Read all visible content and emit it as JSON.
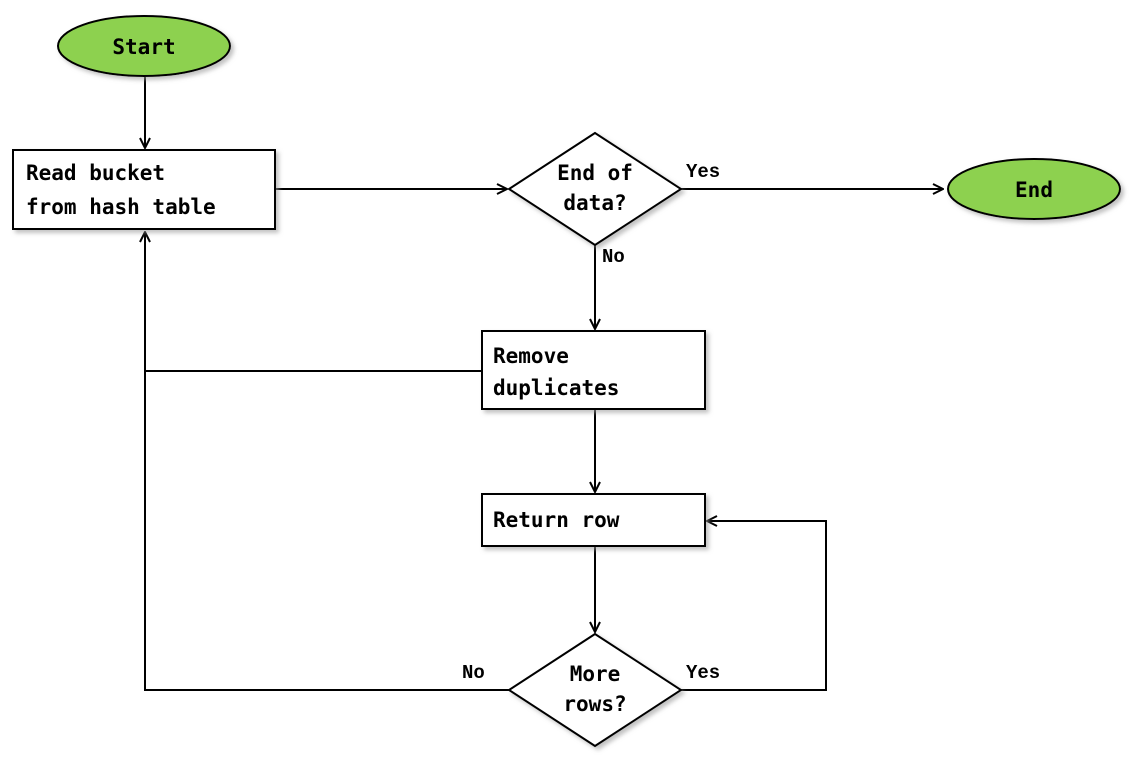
{
  "diagram": {
    "colors": {
      "terminal_fill": "#8dd14f",
      "stroke": "#000000",
      "background": "#ffffff",
      "shadow": "#bfbfbf"
    },
    "nodes": {
      "start": {
        "label": "Start"
      },
      "read_bucket": {
        "line1": "Read bucket",
        "line2": "from hash table"
      },
      "end_of_data": {
        "line1": "End of",
        "line2": "data?"
      },
      "end": {
        "label": "End"
      },
      "remove_duplicates": {
        "line1": "Remove",
        "line2": "duplicates"
      },
      "return_row": {
        "label": "Return row"
      },
      "more_rows": {
        "line1": "More",
        "line2": "rows?"
      }
    },
    "edge_labels": {
      "end_of_data_yes": "Yes",
      "end_of_data_no": "No",
      "more_rows_yes": "Yes",
      "more_rows_no": "No"
    }
  }
}
